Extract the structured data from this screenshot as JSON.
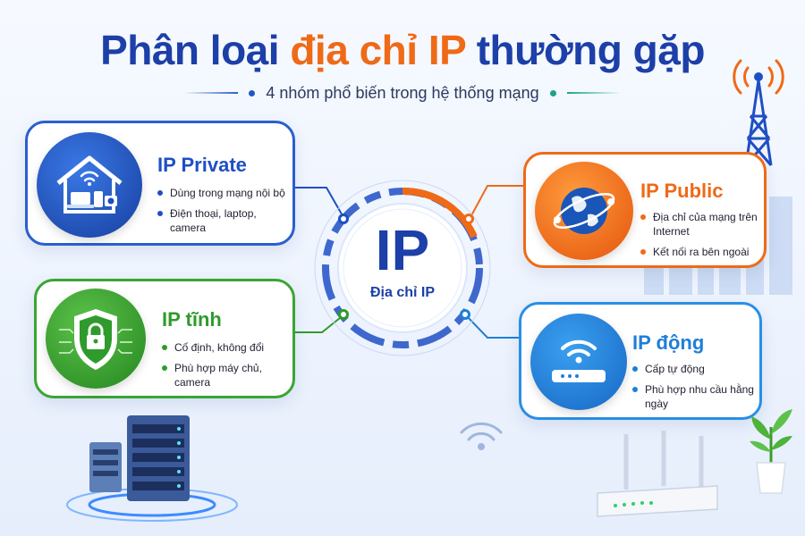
{
  "header": {
    "title_part1": "Phân loại",
    "title_accent": "địa chỉ IP",
    "title_part2": "thường gặp",
    "subtitle": "4 nhóm phổ biến trong hệ thống mạng"
  },
  "center": {
    "big": "IP",
    "small": "Địa chỉ IP"
  },
  "cards": {
    "private": {
      "title": "IP Private",
      "color": "#1f4fc4",
      "icon": "home-devices-icon",
      "bullets": [
        "Dùng trong mạng nội bộ",
        "Điện thoại, laptop, camera"
      ]
    },
    "public": {
      "title": "IP Public",
      "color": "#ef6a17",
      "icon": "globe-network-icon",
      "bullets": [
        "Địa chỉ của mạng trên Internet",
        "Kết nối ra bên ngoài"
      ]
    },
    "static": {
      "title": "IP tĩnh",
      "color": "#2f9b2c",
      "icon": "shield-lock-icon",
      "bullets": [
        "Cố định, không đổi",
        "Phù hợp máy chủ, camera"
      ]
    },
    "dynamic": {
      "title": "IP động",
      "color": "#1f7fd8",
      "icon": "wifi-router-icon",
      "bullets": [
        "Cấp tự động",
        "Phù hợp nhu cầu hằng ngày"
      ]
    }
  }
}
